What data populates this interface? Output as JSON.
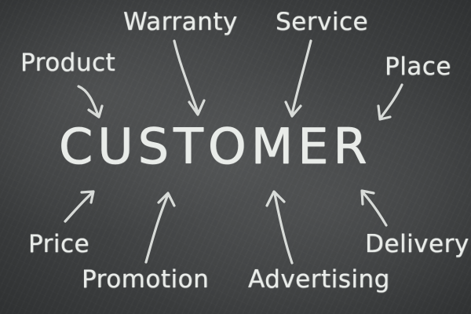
{
  "center_word": "CUSTOMER",
  "words": {
    "product": "Product",
    "warranty": "Warranty",
    "service": "Service",
    "place": "Place",
    "price": "Price",
    "promotion": "Promotion",
    "advertising": "Advertising",
    "delivery": "Delivery"
  },
  "colors": {
    "chalk": "#e9ece9",
    "board": "#3f4142"
  }
}
